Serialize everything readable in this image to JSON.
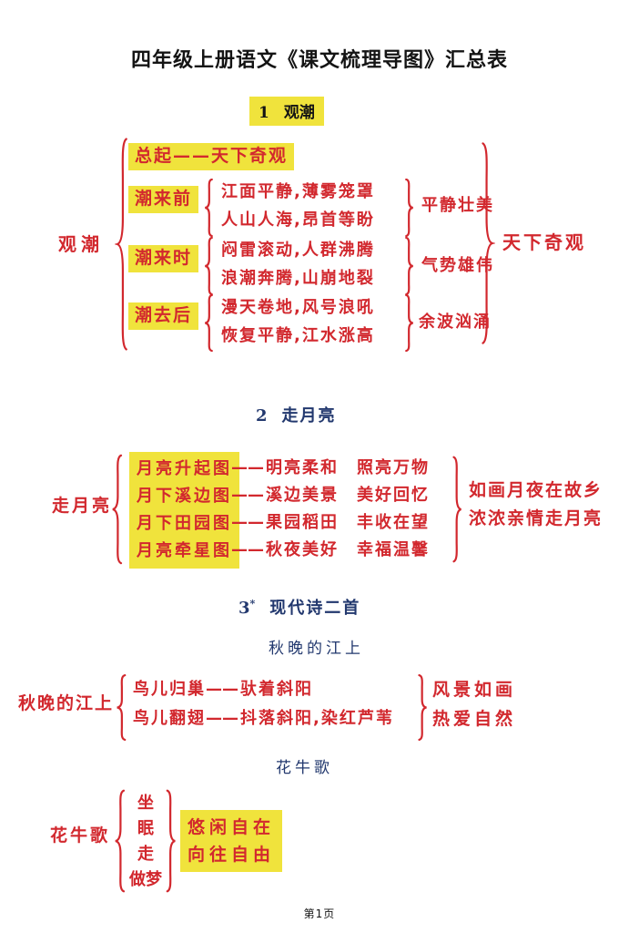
{
  "page": {
    "title": "四年级上册语文《课文梳理导图》汇总表",
    "footer": "第1页"
  },
  "dash": "——",
  "s1": {
    "number": "1",
    "heading": "观潮",
    "root": "观潮",
    "overview": "总起——天下奇观",
    "branches": [
      {
        "label": "潮来前",
        "line1": "江面平静,薄雾笼罩",
        "line2": "人山人海,昂首等盼",
        "result": "平静壮美"
      },
      {
        "label": "潮来时",
        "line1": "闷雷滚动,人群沸腾",
        "line2": "浪潮奔腾,山崩地裂",
        "result": "气势雄伟"
      },
      {
        "label": "潮去后",
        "line1": "漫天卷地,风号浪吼",
        "line2": "恢复平静,江水涨高",
        "result": "余波汹涌"
      }
    ],
    "conclusion": "天下奇观"
  },
  "s2": {
    "number": "2",
    "heading": "走月亮",
    "root": "走月亮",
    "branches": [
      {
        "label": "月亮升起图",
        "desc": "明亮柔和　照亮万物"
      },
      {
        "label": "月下溪边图",
        "desc": "溪边美景　美好回忆"
      },
      {
        "label": "月下田园图",
        "desc": "果园稻田　丰收在望"
      },
      {
        "label": "月亮牵星图",
        "desc": "秋夜美好　幸福温馨"
      }
    ],
    "conclusion1": "如画月夜在故乡",
    "conclusion2": "浓浓亲情走月亮"
  },
  "s3": {
    "number": "3",
    "star": "*",
    "heading": "现代诗二首",
    "poem1": {
      "subtitle": "秋晚的江上",
      "root": "秋晚的江上",
      "branches": [
        {
          "label": "鸟儿归巢",
          "desc": "驮着斜阳"
        },
        {
          "label": "鸟儿翻翅",
          "desc": "抖落斜阳,染红芦苇"
        }
      ],
      "conclusion1": "风景如画",
      "conclusion2": "热爱自然"
    },
    "poem2": {
      "subtitle": "花牛歌",
      "root": "花牛歌",
      "items": [
        "坐",
        "眠",
        "走",
        "做梦"
      ],
      "conclusion1": "悠闲自在",
      "conclusion2": "向往自由"
    }
  },
  "colors": {
    "red": "#d2282e",
    "yellow": "#f0e33c",
    "navy": "#22386e",
    "ink": "#141414"
  }
}
